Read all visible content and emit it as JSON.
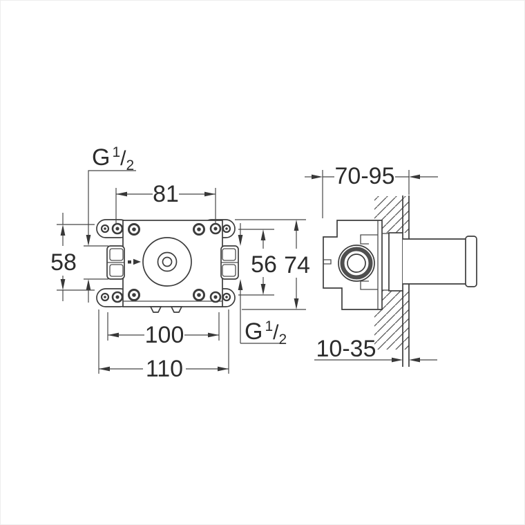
{
  "colors": {
    "line": "#3c3c3c",
    "text": "#2c2c2c",
    "background": "#ffffff"
  },
  "views": {
    "front": "front-view",
    "side": "side-wall-section-view"
  },
  "dimensions": {
    "hole_spacing_horizontal": "81",
    "left_span": "58",
    "hole_spacing_vertical": "56",
    "overall_height": "74",
    "body_width": "100",
    "overall_width": "110",
    "install_depth_range": "70-95",
    "wall_thickness_range": "10-35"
  },
  "thread_labels": {
    "top": {
      "prefix": "G",
      "numerator": "1",
      "slash": "/",
      "denominator": "2"
    },
    "side": {
      "prefix": "G",
      "numerator": "1",
      "slash": "/",
      "denominator": "2"
    }
  }
}
